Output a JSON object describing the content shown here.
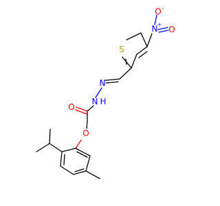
{
  "molecule": {
    "atoms": {
      "sulfur": "S",
      "nitro_n": "N",
      "nitro_o_top": "O",
      "nitro_o_right": "O",
      "hydrazone_n1": "N",
      "hydrazone_nh": "N",
      "hydrazone_h": "H",
      "carbonyl_o": "O",
      "ether_o": "O",
      "plus_charge": "+",
      "minus_charge": "-"
    },
    "colors": {
      "carbon_bonds": "#000000",
      "oxygen": "#ff0000",
      "nitrogen": "#0000ff",
      "sulfur": "#c8b400",
      "background": "#ffffff"
    }
  }
}
